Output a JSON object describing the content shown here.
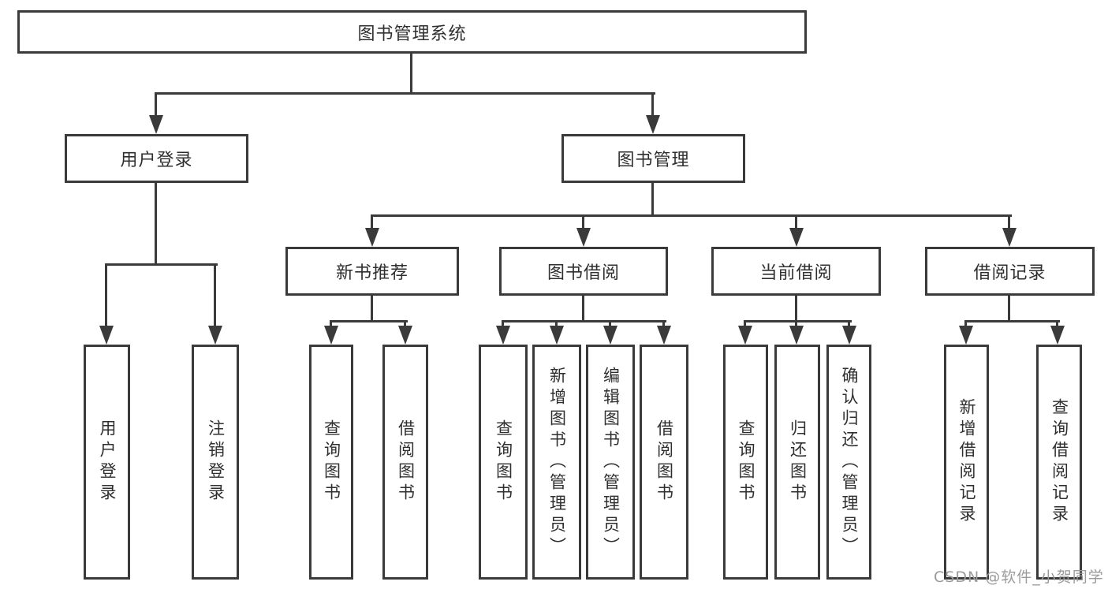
{
  "tree": {
    "root": {
      "label": "图书管理系统"
    },
    "user_login": {
      "label": "用户登录",
      "children": [
        {
          "label": "用户登录"
        },
        {
          "label": "注销登录"
        }
      ]
    },
    "book_management": {
      "label": "图书管理",
      "sections": [
        {
          "label": "新书推荐",
          "children": [
            {
              "label": "查询图书"
            },
            {
              "label": "借阅图书"
            }
          ]
        },
        {
          "label": "图书借阅",
          "children": [
            {
              "label": "查询图书"
            },
            {
              "label": "新增图书（管理员）"
            },
            {
              "label": "编辑图书（管理员）"
            },
            {
              "label": "借阅图书"
            }
          ]
        },
        {
          "label": "当前借阅",
          "children": [
            {
              "label": "查询图书"
            },
            {
              "label": "归还图书"
            },
            {
              "label": "确认归还（管理员）"
            }
          ]
        },
        {
          "label": "借阅记录",
          "children": [
            {
              "label": "新增借阅记录"
            },
            {
              "label": "查询借阅记录"
            }
          ]
        }
      ]
    }
  },
  "watermark": "CSDN @软件_小贺同学",
  "colors": {
    "line": "#3a3a3a",
    "text": "#2f2f2f",
    "watermark": "#9b9b9b",
    "background": "#ffffff"
  }
}
